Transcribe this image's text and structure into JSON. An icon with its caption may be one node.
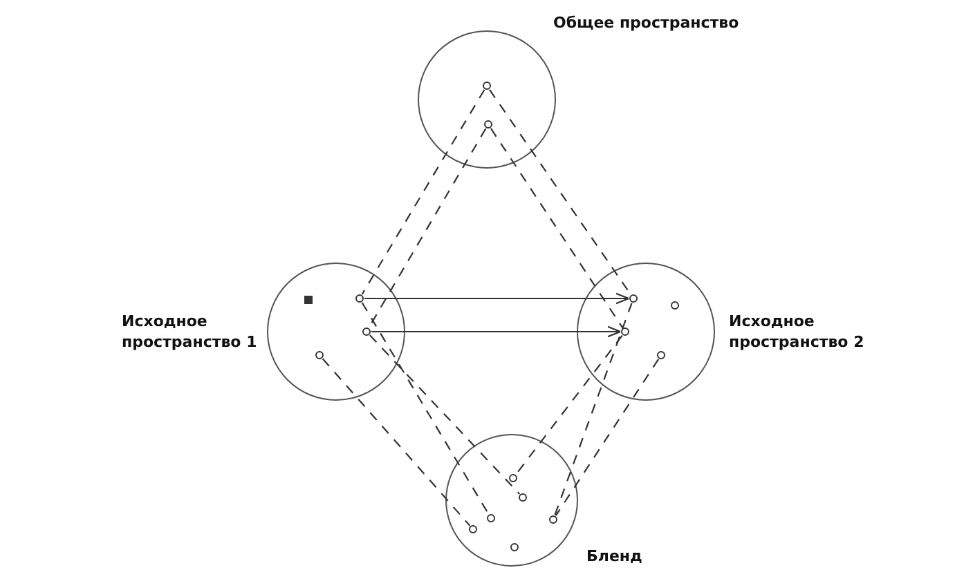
{
  "diagram": {
    "nodes": [
      {
        "text": [
          "Общее пространство"
        ]
      },
      {
        "text": [],
        "shape": "circle",
        "in": 0
      },
      {
        "text": [],
        "shape": "circle",
        "in": 0
      },
      {
        "text": [
          "Исходное пространство 1"
        ]
      },
      {
        "text": [],
        "shape": "box",
        "in": 3
      },
      {
        "text": [],
        "shape": "circle",
        "in": 3
      },
      {
        "text": [],
        "shape": "circle",
        "in": 3
      },
      {
        "text": [],
        "shape": "circle",
        "in": 3
      },
      {
        "text": [
          "Исходное пространство 2"
        ]
      },
      {
        "text": [],
        "shape": "circle",
        "in": 8
      },
      {
        "text": [],
        "shape": "circle",
        "in": 8
      },
      {
        "text": [],
        "shape": "circle",
        "in": 8
      },
      {
        "text": [],
        "shape": "circle",
        "in": 8
      },
      {
        "text": [
          "Бленд"
        ]
      },
      {
        "text": [],
        "shape": "circle",
        "in": 13
      },
      {
        "text": [],
        "shape": "circle",
        "in": 13
      },
      {
        "text": [],
        "shape": "circle",
        "in": 13
      },
      {
        "text": [],
        "shape": "circle",
        "in": 13
      },
      {
        "text": [],
        "shape": "circle",
        "in": 13
      },
      {
        "text": [],
        "shape": "circle",
        "in": 13
      }
    ],
    "edges": [
      {
        "from": 5,
        "to": 10,
        "arrow": "to"
      },
      {
        "from": 6,
        "to": 11,
        "arrow": "to"
      },
      {
        "from": 1,
        "to": 5,
        "arrow": "none",
        "style": "dashed"
      },
      {
        "from": 2,
        "to": 6,
        "arrow": "none",
        "style": "dashed"
      },
      {
        "from": 1,
        "to": 10,
        "arrow": "none",
        "style": "dashed"
      },
      {
        "from": 2,
        "to": 11,
        "arrow": "none",
        "style": "dashed"
      },
      {
        "from": 7,
        "to": 17,
        "arrow": "none",
        "style": "dashed"
      },
      {
        "from": 5,
        "to": 16,
        "arrow": "none",
        "style": "dashed"
      },
      {
        "from": 6,
        "to": 15,
        "arrow": "none",
        "style": "dashed"
      },
      {
        "from": 11,
        "to": 14,
        "arrow": "none",
        "style": "dashed"
      },
      {
        "from": 10,
        "to": 18,
        "arrow": "none",
        "style": "dashed"
      },
      {
        "from": 12,
        "to": 18,
        "arrow": "none",
        "style": "dashed"
      }
    ]
  }
}
